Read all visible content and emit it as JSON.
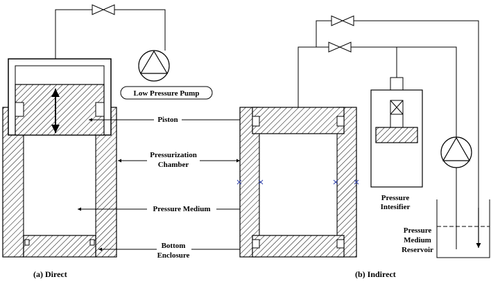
{
  "labels": {
    "pump": "Low Pressure Pump",
    "piston": "Piston",
    "chamber_line1": "Pressurization",
    "chamber_line2": "Chamber",
    "medium": "Pressure Medium",
    "bottom_line1": "Bottom",
    "bottom_line2": "Enclosure",
    "intensifier_line1": "Pressure",
    "intensifier_line2": "Intesifier",
    "reservoir_line1": "Pressure",
    "reservoir_line2": "Medium",
    "reservoir_line3": "Reservoir"
  },
  "captions": {
    "direct": "(a) Direct",
    "indirect": "(b) Indirect"
  }
}
